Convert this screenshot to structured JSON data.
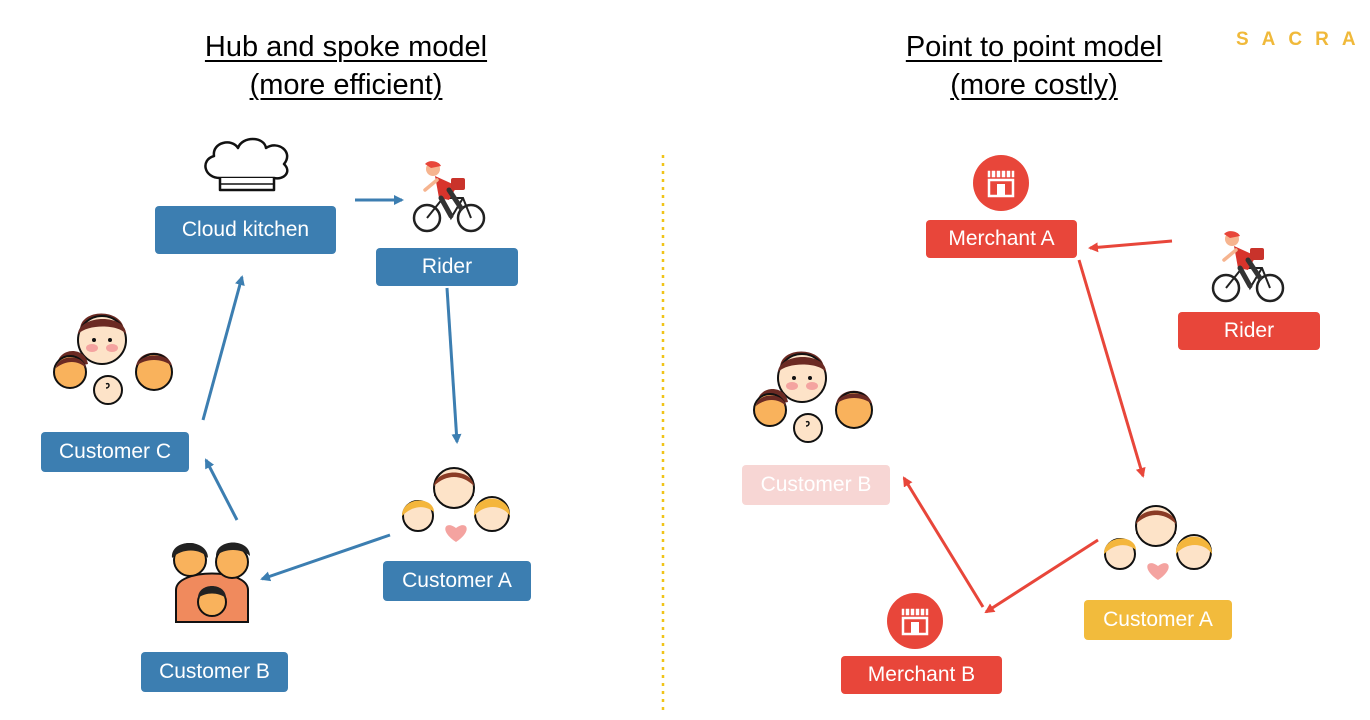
{
  "brand": "SACRA",
  "left": {
    "title_line1": "Hub and spoke model",
    "title_line2": "(more efficient)",
    "nodes": {
      "cloud_kitchen": "Cloud kitchen",
      "rider": "Rider",
      "customer_a": "Customer A",
      "customer_b": "Customer B",
      "customer_c": "Customer C"
    }
  },
  "right": {
    "title_line1": "Point to point model",
    "title_line2": "(more costly)",
    "nodes": {
      "merchant_a": "Merchant A",
      "rider": "Rider",
      "customer_a": "Customer A",
      "customer_b": "Customer B",
      "merchant_b": "Merchant B"
    }
  },
  "colors": {
    "hub_blue": "#3c7eb1",
    "p2p_red": "#e8463a",
    "faded_pink": "#f7d6d4",
    "amber": "#f2bb3c",
    "divider": "#f0c419",
    "brand": "#f0b93a"
  },
  "icons": {
    "kitchen": "chef-hat-icon",
    "rider": "cyclist-icon",
    "family": "family-icon",
    "store": "storefront-icon"
  }
}
